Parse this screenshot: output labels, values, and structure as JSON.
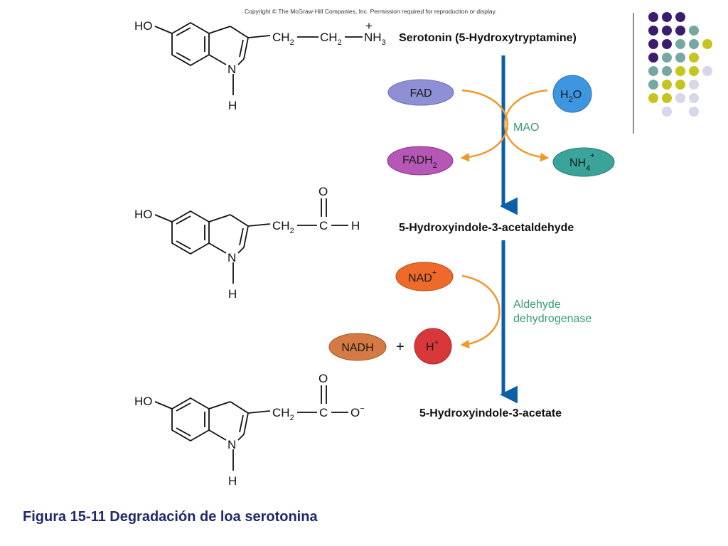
{
  "copyright": "Copyright © The McGraw-Hill Companies, Inc. Permission required for reproduction or display.",
  "caption": "Figura 15-11 Degradación de loa serotonina",
  "compounds": {
    "serotonin": "Serotonin (5-Hydroxytryptamine)",
    "aldehyde": "5-Hydroxyindole-3-acetaldehyde",
    "acetate": "5-Hydroxyindole-3-acetate"
  },
  "enzymes": {
    "mao": "MAO",
    "aldh_line1": "Aldehyde",
    "aldh_line2": "dehydrogenase"
  },
  "cofactors": {
    "fad": "FAD",
    "fadh2_base": "FADH",
    "fadh2_sub": "2",
    "h2o_a": "H",
    "h2o_sub": "2",
    "h2o_b": "O",
    "nh4_base": "NH",
    "nh4_sub": "4",
    "nh4_sup": "+",
    "nad_base": "NAD",
    "nad_sup": "+",
    "nadh": "NADH",
    "plus": "+",
    "h_base": "H",
    "h_sup": "+"
  },
  "atoms": {
    "ho": "HO",
    "n": "N",
    "h": "H",
    "ch": "CH",
    "sub2": "2",
    "nh": "NH",
    "sub3": "3",
    "plus": "+",
    "o": "O",
    "c": "C",
    "o_minus": "O",
    "minus": "−"
  },
  "colors": {
    "arrow_blue": "#0b5ea8",
    "curve_orange": "#f0982a",
    "enzyme_green": "#3a9a78",
    "caption_navy": "#1f2a6b",
    "fad": "#8f8fd6",
    "fadh2": "#b557b5",
    "h2o": "#3f96e0",
    "nh4": "#3aa49a",
    "nad": "#ee6a2a",
    "nadh": "#d47a44",
    "h_plus": "#d9383b",
    "dot_purple": "#3a1d6e",
    "dot_teal": "#76a8a3",
    "dot_olive": "#c6c41f",
    "dot_lavender": "#d7d6ea"
  },
  "dot_grid": [
    [
      "purple",
      "purple",
      "purple",
      "",
      ""
    ],
    [
      "purple",
      "purple",
      "purple",
      "teal",
      ""
    ],
    [
      "purple",
      "purple",
      "teal",
      "teal",
      "olive"
    ],
    [
      "purple",
      "teal",
      "teal",
      "olive",
      ""
    ],
    [
      "teal",
      "teal",
      "olive",
      "olive",
      "lavender"
    ],
    [
      "teal",
      "olive",
      "olive",
      "lavender",
      ""
    ],
    [
      "olive",
      "olive",
      "lavender",
      "lavender",
      ""
    ],
    [
      "",
      "lavender",
      "",
      "lavender",
      ""
    ]
  ]
}
